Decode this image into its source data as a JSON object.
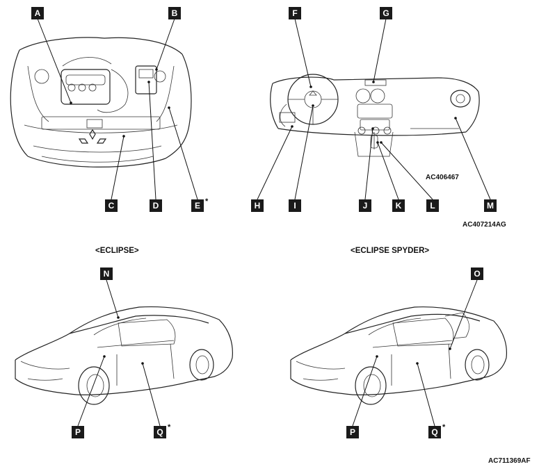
{
  "figure_codes": {
    "dashboard": "AC406467",
    "top": "AC407214AG",
    "bottom": "AC711369AF"
  },
  "models": {
    "eclipse": "<ECLIPSE>",
    "spyder": "<ECLIPSE SPYDER>"
  },
  "asterisk": "*",
  "callouts": {
    "A": "A",
    "B": "B",
    "C": "C",
    "D": "D",
    "E": "E",
    "F": "F",
    "G": "G",
    "H": "H",
    "I": "I",
    "J": "J",
    "K": "K",
    "L": "L",
    "M": "M",
    "N": "N",
    "O": "O",
    "P1": "P",
    "Q1": "Q",
    "P2": "P",
    "Q2": "Q"
  }
}
